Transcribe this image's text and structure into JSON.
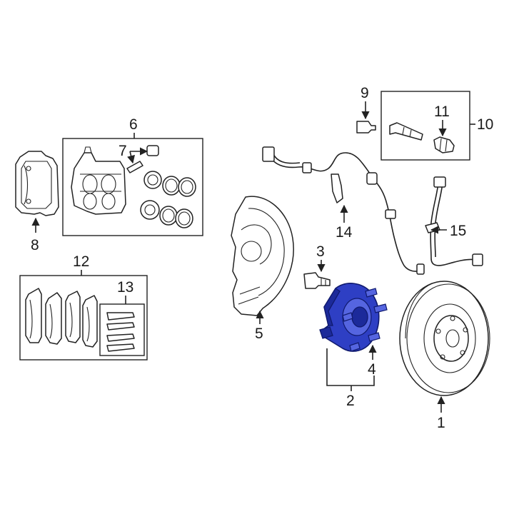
{
  "callouts": {
    "c1": "1",
    "c2": "2",
    "c3": "3",
    "c4": "4",
    "c5": "5",
    "c6": "6",
    "c7": "7",
    "c8": "8",
    "c9": "9",
    "c10": "10",
    "c11": "11",
    "c12": "12",
    "c13": "13",
    "c14": "14",
    "c15": "15"
  },
  "colors": {
    "highlight_part": "#2e3fc4",
    "line": "#222222",
    "background": "#ffffff"
  }
}
